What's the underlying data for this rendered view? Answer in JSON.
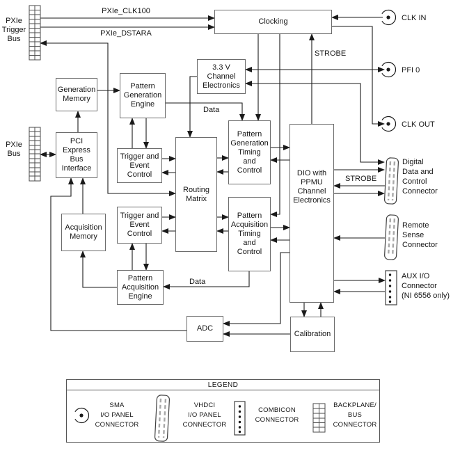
{
  "palette": {
    "wire": "#1a1a1a",
    "box_border": "#6b6b6b",
    "text": "#151515",
    "connector_dash": "#a8a8a8",
    "background": "#ffffff"
  },
  "blocks": {
    "clocking": "Clocking",
    "v33_channel_electronics": "3.3 V\nChannel\nElectronics",
    "generation_memory": "Generation\nMemory",
    "pattern_generation_engine": "Pattern\nGeneration\nEngine",
    "pci_express_bus_interface": "PCI\nExpress\nBus\nInterface",
    "trigger_event_control_gen": "Trigger and\nEvent\nControl",
    "routing_matrix": "Routing\nMatrix",
    "pattern_generation_timing": "Pattern\nGeneration\nTiming\nand\nControl",
    "trigger_event_control_acq": "Trigger and\nEvent\nControl",
    "pattern_acquisition_timing": "Pattern\nAcquisition\nTiming\nand\nControl",
    "acquisition_memory": "Acquisition\nMemory",
    "pattern_acquisition_engine": "Pattern\nAcquisition\nEngine",
    "dio_ppmu": "DIO with\nPPMU\nChannel\nElectronics",
    "adc": "ADC",
    "calibration": "Calibration"
  },
  "signals": {
    "pxie_clk100": "PXIe_CLK100",
    "pxie_dstara": "PXIe_DSTARA",
    "strobe_clocking": "STROBE",
    "strobe_dio": "STROBE",
    "data_generation": "Data",
    "data_acquisition": "Data"
  },
  "buses": {
    "pxie_trigger_bus": "PXIe\nTrigger\nBus",
    "pxie_bus": "PXIe\nBus"
  },
  "io": {
    "clk_in": "CLK IN",
    "pfi_0": "PFI 0",
    "clk_out": "CLK OUT",
    "digital_data": "Digital\nData and\nControl\nConnector",
    "remote_sense": "Remote\nSense\nConnector",
    "aux_io": "AUX I/O\nConnector\n(NI 6556 only)"
  },
  "legend": {
    "title": "LEGEND",
    "items": [
      {
        "icon": "sma-connector-icon",
        "label": "SMA\nI/O PANEL\nCONNECTOR"
      },
      {
        "icon": "vhdci-connector-icon",
        "label": "VHDCI\nI/O PANEL\nCONNECTOR"
      },
      {
        "icon": "combicon-connector-icon",
        "label": "COMBICON\nCONNECTOR"
      },
      {
        "icon": "backplane-connector-icon",
        "label": "BACKPLANE/\nBUS\nCONNECTOR"
      }
    ]
  }
}
